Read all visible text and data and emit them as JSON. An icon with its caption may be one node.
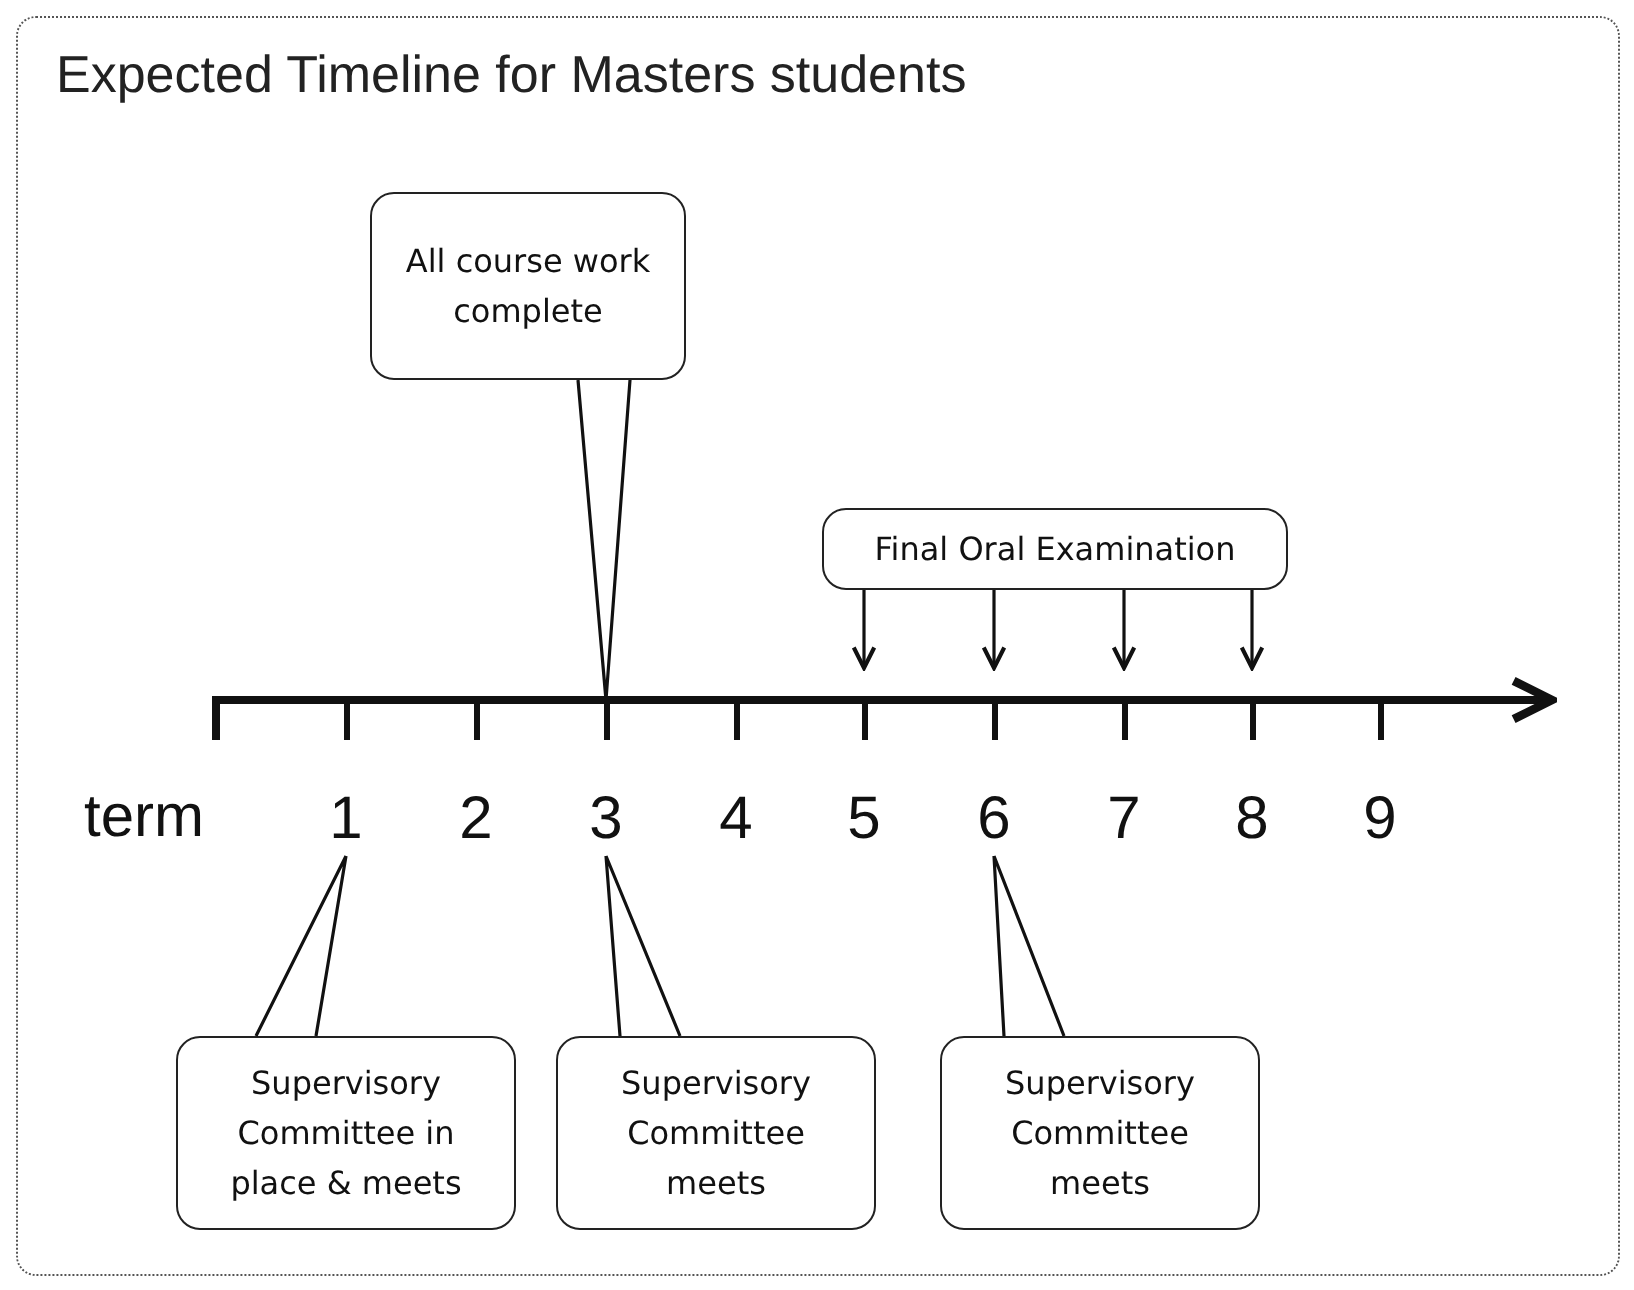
{
  "diagram": {
    "title": "Expected Timeline for Masters students",
    "nodes": [
      {
        "text": [
          "All course work complete"
        ]
      },
      {
        "text": [
          "Final Oral Examination"
        ]
      },
      {
        "text": [
          "Supervisory Committee in place & meets"
        ]
      },
      {
        "text": [
          "Supervisory Committee meets"
        ]
      },
      {
        "text": [
          "Supervisory Committee meets"
        ]
      },
      {
        "text": [
          "1"
        ]
      },
      {
        "text": [
          "2"
        ]
      },
      {
        "text": [
          "3"
        ]
      },
      {
        "text": [
          "4"
        ]
      },
      {
        "text": [
          "5"
        ]
      },
      {
        "text": [
          "6"
        ]
      },
      {
        "text": [
          "7"
        ]
      },
      {
        "text": [
          "8"
        ]
      },
      {
        "text": [
          "9"
        ]
      }
    ],
    "edges": [
      {
        "from": 0,
        "to": 7,
        "arrow": "none"
      },
      {
        "from": 1,
        "to": 9,
        "arrow": "to"
      },
      {
        "from": 1,
        "to": 10,
        "arrow": "to"
      },
      {
        "from": 1,
        "to": 11,
        "arrow": "to"
      },
      {
        "from": 1,
        "to": 12,
        "arrow": "to"
      },
      {
        "from": 2,
        "to": 5,
        "arrow": "none"
      },
      {
        "from": 3,
        "to": 7,
        "arrow": "none"
      },
      {
        "from": 4,
        "to": 10,
        "arrow": "none"
      }
    ],
    "labels": [
      "term"
    ]
  }
}
